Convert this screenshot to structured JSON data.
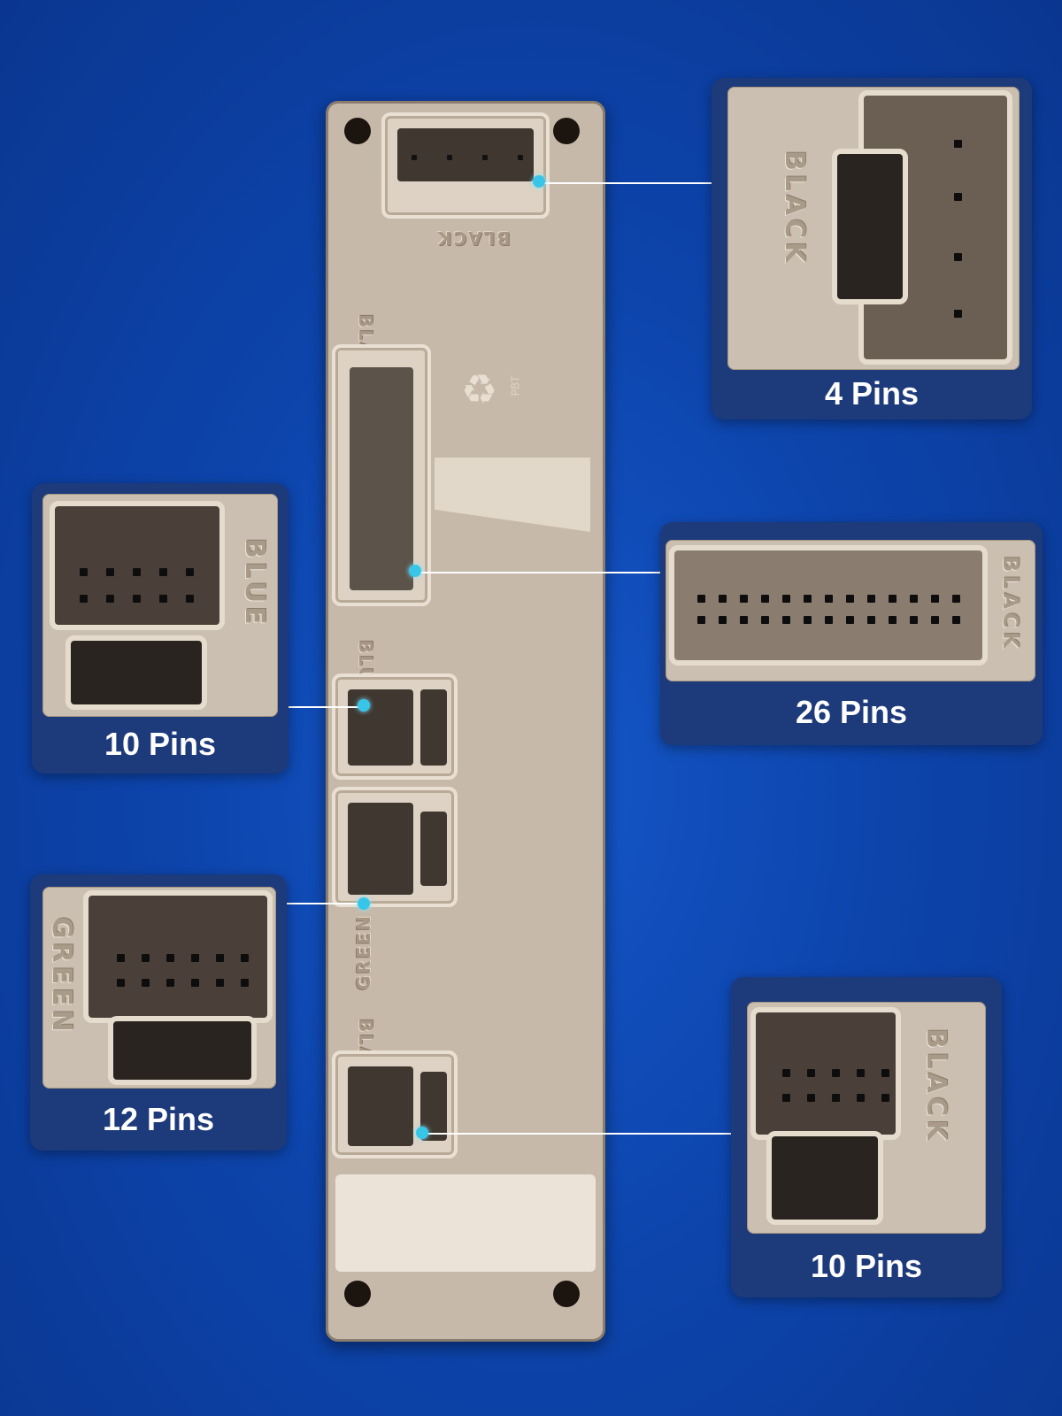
{
  "module": {
    "embossed_labels": {
      "top": "BLACK",
      "upper": "BLACK",
      "middle_upper": "BLUE",
      "middle_lower": "GREEN",
      "bottom": "BLACK"
    },
    "recycle_mark": "PBT"
  },
  "callouts": [
    {
      "id": "c1",
      "caption": "4 Pins",
      "color_label": "BLACK"
    },
    {
      "id": "c2",
      "caption": "10 Pins",
      "color_label": "BLUE"
    },
    {
      "id": "c3",
      "caption": "26 Pins",
      "color_label": "BLACK"
    },
    {
      "id": "c4",
      "caption": "12 Pins",
      "color_label": "GREEN"
    },
    {
      "id": "c5",
      "caption": "10 Pins",
      "color_label": "BLACK"
    }
  ],
  "colors": {
    "background": "#0d45ad",
    "callout_panel": "#1d3a7a",
    "pointer_dot": "#38c6e8",
    "housing": "#c7b9aa"
  }
}
